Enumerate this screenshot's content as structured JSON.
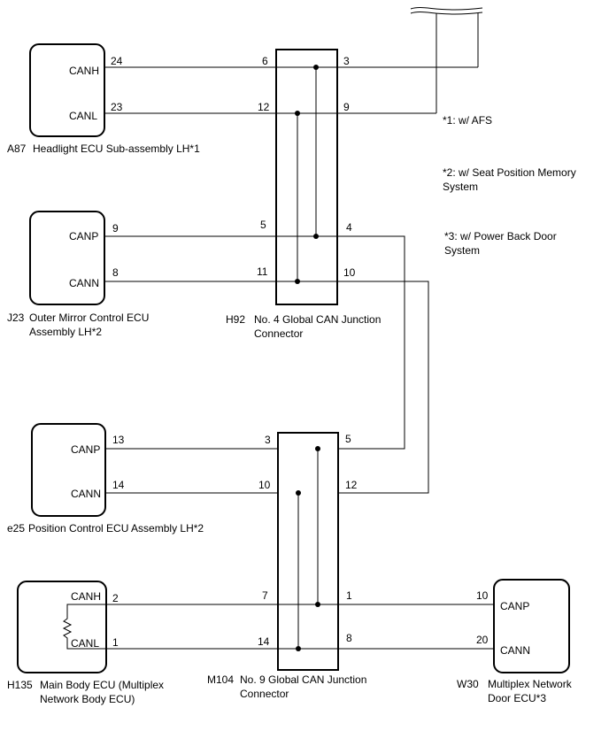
{
  "ecus": {
    "a87": {
      "id": "A87",
      "name": "Headlight ECU Sub-assembly LH*1",
      "pins": [
        {
          "no": "24",
          "name": "CANH"
        },
        {
          "no": "23",
          "name": "CANL"
        }
      ]
    },
    "j23": {
      "id": "J23",
      "name_line1": "Outer Mirror Control ECU",
      "name_line2": "Assembly LH*2",
      "pins": [
        {
          "no": "9",
          "name": "CANP"
        },
        {
          "no": "8",
          "name": "CANN"
        }
      ]
    },
    "e25": {
      "id": "e25",
      "name": "Position Control ECU Assembly LH*2",
      "pins": [
        {
          "no": "13",
          "name": "CANP"
        },
        {
          "no": "14",
          "name": "CANN"
        }
      ]
    },
    "h135": {
      "id": "H135",
      "name_line1": "Main Body ECU (Multiplex",
      "name_line2": "Network Body ECU)",
      "pins": [
        {
          "no": "2",
          "name": "CANH"
        },
        {
          "no": "1",
          "name": "CANL"
        }
      ]
    },
    "w30": {
      "id": "W30",
      "name_line1": "Multiplex Network",
      "name_line2": "Door ECU*3",
      "pins": [
        {
          "no": "10",
          "name": "CANP"
        },
        {
          "no": "20",
          "name": "CANN"
        }
      ]
    }
  },
  "junctions": {
    "h92": {
      "id": "H92",
      "name_line1": "No. 4 Global CAN Junction",
      "name_line2": "Connector",
      "left_pins": [
        "6",
        "12",
        "5",
        "11"
      ],
      "right_pins": [
        "3",
        "9",
        "4",
        "10"
      ]
    },
    "m104": {
      "id": "M104",
      "name_line1": "No. 9 Global CAN Junction",
      "name_line2": "Connector",
      "left_pins": [
        "3",
        "10",
        "7",
        "14"
      ],
      "right_pins": [
        "5",
        "12",
        "1",
        "8"
      ]
    }
  },
  "notes": {
    "n1": "*1: w/ AFS",
    "n2_line1": "*2: w/ Seat Position Memory",
    "n2_line2": "System",
    "n3_line1": "*3: w/ Power Back Door",
    "n3_line2": "System"
  }
}
